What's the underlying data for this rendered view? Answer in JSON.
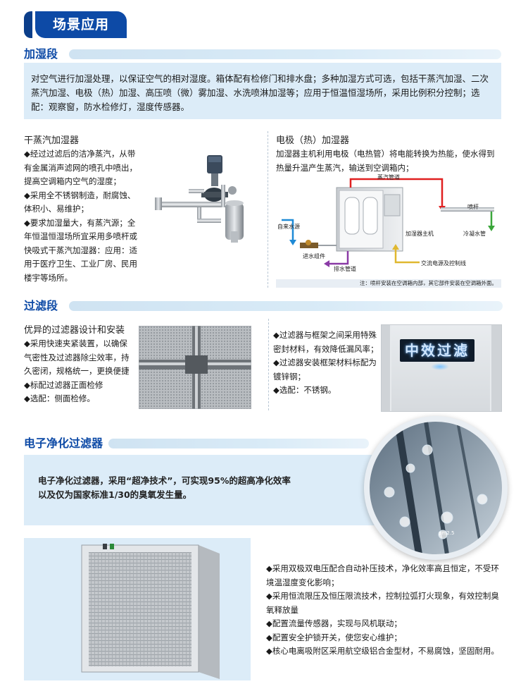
{
  "header": {
    "title": "场景应用"
  },
  "humidify": {
    "heading": "加湿段",
    "intro": "对空气进行加湿处理，以保证空气的相对湿度。箱体配有检修门和排水盘；多种加湿方式可选，包括干蒸汽加湿、二次蒸汽加湿、电极（热）加湿、高压喷（微）雾加湿、水洗喷淋加湿等；应用于恒温恒湿场所，采用比例积分控制；选配：观察窗，防水检修灯，湿度传感器。",
    "dry_steam": {
      "title": "干蒸汽加湿器",
      "lines": [
        "◆经过过滤后的洁净蒸汽，从带",
        "有金属消声滤网的喷孔中喷出，",
        "提高空调箱内空气的湿度；",
        "◆采用全不锈钢制造，耐腐蚀、",
        "体积小、易维护；",
        "◆要求加湿量大，有蒸汽源；全",
        "年恒温恒湿场所宜采用多喷杆或",
        "快吸式干蒸汽加湿器：应用：适",
        "用于医疗卫生、工业厂房、民用",
        "楼宇等场所。"
      ]
    },
    "electrode": {
      "title": "电极（热）加湿器",
      "desc": "加湿器主机利用电极（电热管）将电能转换为热能，使水得到热量升温产生蒸汽，输送到空调箱内；",
      "labels": {
        "steam_pipe": "蒸汽管道",
        "spray_rod": "喷杆",
        "tap_water": "自来水源",
        "host": "加湿器主机",
        "condensate": "冷凝水管",
        "inlet": "进水组件",
        "power": "交流电源及控制线",
        "drain": "排水管道"
      },
      "note": "注：喷杆安装在空调箱内部，其它部件安装在空调箱外面。"
    }
  },
  "filter": {
    "heading": "过滤段",
    "title": "优异的过滤器设计和安装",
    "lines": [
      "◆采用快速夹紧装置，以确保",
      "气密性及过滤器除尘效率，持",
      "久密闭，规格统一，更换便捷",
      "◆标配过滤器正面检修",
      "◆选配：侧面检修。"
    ],
    "right_lines": [
      "◆过滤器与框架之间采用特殊",
      "密封材料，有效降低漏风率；",
      "◆过滤器安装框架材料标配为",
      "镀锌钢；",
      "◆选配：不锈钢。"
    ],
    "sign_text": "中效过滤"
  },
  "electronic": {
    "heading": "电子净化过滤器",
    "intro_line1": "电子净化过滤器，采用“超净技术”，可实现95%的超高净化效率",
    "intro_line2": "以及仅为国家标准1/30的臭氧发生量。",
    "bubble_label": "pm2.5",
    "features": [
      "◆采用双极双电压配合自动补压技术，净化效率高且恒定，不受环",
      "境温湿度变化影响；",
      "◆采用恒流限压及恒压限流技术，控制拉弧打火现象，有效控制臭",
      "氧释放量",
      "◆配置流量传感器，实现与风机联动；",
      "◆配置安全护锁开关，使您安心维护；",
      "◆核心电离吸附区采用航空级铝合金型材，不易腐蚀，坚固耐用。"
    ]
  },
  "colors": {
    "brand_blue": "#0d4aa6",
    "panel": "#dcecf8",
    "steam_red": "#e02020",
    "water_blue": "#1e8ad6",
    "condensate_green": "#3aa63a",
    "power_yellow": "#e0b830",
    "drain_purple": "#8a3aa6"
  }
}
